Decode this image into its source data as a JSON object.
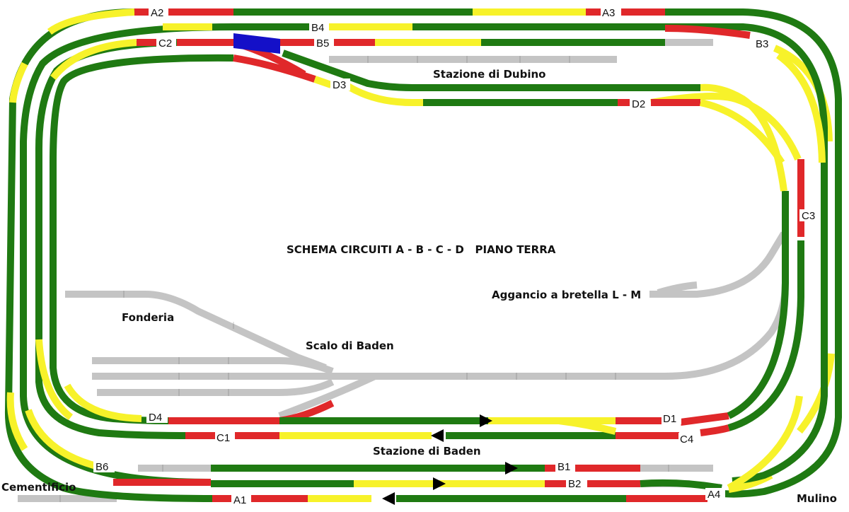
{
  "title": "SCHEMA CIRCUITI A - B - C - D   PIANO TERRA",
  "colors": {
    "occupied_green": "#1f7a12",
    "free_yellow": "#f7f22a",
    "stop_red": "#e0282a",
    "route_blue": "#1410c8",
    "inactive_gray": "#c4c4c4",
    "arrow_black": "#000000"
  },
  "places": {
    "dubino": "Stazione di Dubino",
    "baden": "Stazione di Baden",
    "scalo": "Scalo di Baden",
    "fonderia": "Fonderia",
    "cementificio": "Cementificio",
    "mulino": "Mulino",
    "aggancio": "Aggancio a bretella L - M"
  },
  "sections": {
    "A1": "A1",
    "A2": "A2",
    "A3": "A3",
    "A4": "A4",
    "B1": "B1",
    "B2": "B2",
    "B3": "B3",
    "B4": "B4",
    "B5": "B5",
    "B6": "B6",
    "C1": "C1",
    "C2": "C2",
    "C3": "C3",
    "C4": "C4",
    "D1": "D1",
    "D2": "D2",
    "D3": "D3",
    "D4": "D4"
  }
}
